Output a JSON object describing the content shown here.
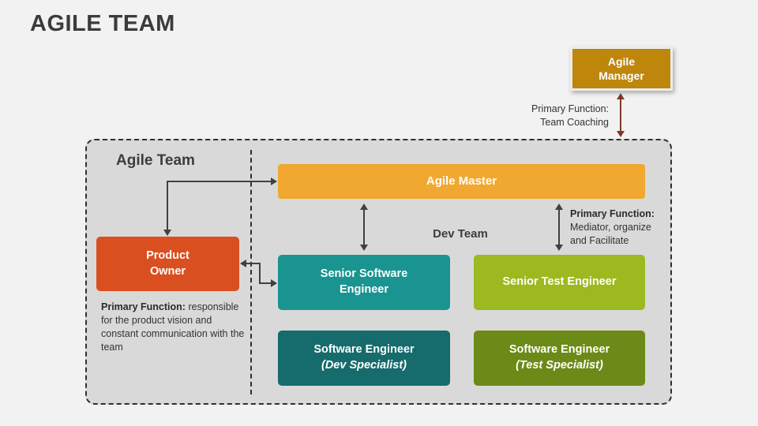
{
  "page": {
    "title": "AGILE TEAM"
  },
  "colors": {
    "background": "#f2f2f2",
    "container_fill": "#d9d9d9",
    "dashed_border": "#2f2f2f",
    "manager_gold": "#be860b",
    "master_amber": "#f0a830",
    "product_owner_red": "#d94f1f",
    "senior_dev_teal": "#1a9490",
    "senior_test_green": "#9cb920",
    "dev_specialist_teal": "#166b6c",
    "test_specialist_olive": "#6c8a17",
    "arrow_gray": "#404040",
    "arrow_red": "#7d3927"
  },
  "manager": {
    "line1": "Agile",
    "line2": "Manager",
    "note_line1": "Primary Function:",
    "note_line2": "Team Coaching"
  },
  "container": {
    "label": "Agile Team",
    "dev_team_label": "Dev Team"
  },
  "master": {
    "label": "Agile Master",
    "note_bold": "Primary Function:",
    "note_rest": "Mediator, organize and Facilitate"
  },
  "product_owner": {
    "line1": "Product",
    "line2": "Owner",
    "note_bold": "Primary Function:",
    "note_rest": "responsible for the product vision and constant communication with the team"
  },
  "members": {
    "senior_dev": {
      "line1": "Senior Software",
      "line2": "Engineer"
    },
    "senior_test": {
      "label": "Senior Test Engineer"
    },
    "dev_specialist": {
      "line1": "Software Engineer",
      "line2": "(Dev Specialist)"
    },
    "test_specialist": {
      "line1": "Software Engineer",
      "line2": "(Test Specialist)"
    }
  }
}
